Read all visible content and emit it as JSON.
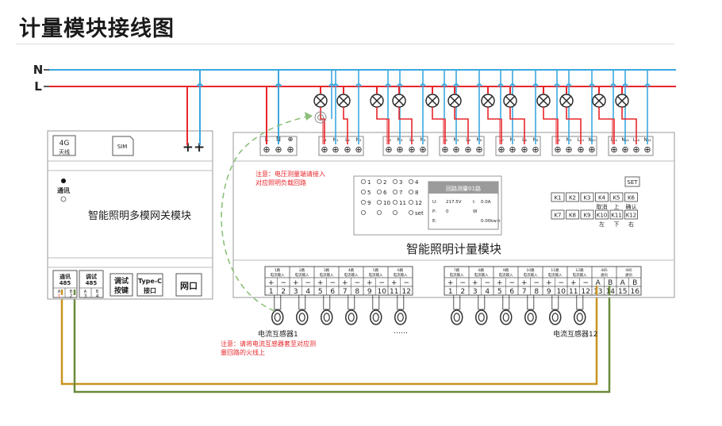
{
  "title": "计量模块接线图",
  "wires": {
    "n_label": "N",
    "l_label": "L",
    "n_color": "#3aa8e0",
    "l_color": "#e8262b"
  },
  "colors": {
    "orange_wire": "#c8941e",
    "green_wire": "#6a8a3c",
    "dashed_arrow": "#8cc07a",
    "note_red": "#e8262b"
  },
  "gateway": {
    "badge_4g_line1": "4G",
    "badge_4g_line2": "天线",
    "sim_label": "SIM",
    "plus_plus": "++",
    "comm_label": "通讯",
    "name": "智能照明多模网关模块",
    "ports": [
      {
        "title1": "通讯",
        "title2": "485",
        "pins": [
          [
            "A",
            "B"
          ],
          [
            "1",
            "2"
          ]
        ]
      },
      {
        "title1": "调试",
        "title2": "485",
        "pins": [
          [
            "A",
            "B"
          ],
          [
            "3",
            "4"
          ]
        ]
      }
    ],
    "debug_key": [
      "调试",
      "按键"
    ],
    "typec": [
      "Type-C",
      "接口"
    ],
    "net_port": "网口"
  },
  "meter": {
    "name": "智能照明计量模块",
    "top_terminals": [
      "L",
      "N",
      "⊕",
      "L₁",
      "N₁",
      "L₂",
      "N₂",
      "L₃",
      "N₃",
      "L₄",
      "N₄",
      "L₅",
      "N₅",
      "L₆",
      "N₆",
      "L₇",
      "N₇",
      "L₈",
      "N₈",
      "L₉",
      "N₉",
      "L₁₀",
      "N₁₀",
      "L₁₁",
      "N₁₁",
      "L₁₂",
      "N₁₂"
    ],
    "note_voltage": [
      "注意：电压测量端请接入",
      "对应照明负载回路"
    ],
    "indicators": [
      "1",
      "2",
      "3",
      "4",
      "5",
      "6",
      "7",
      "8",
      "9",
      "10",
      "11",
      "12",
      "",
      "",
      "",
      "set"
    ],
    "lcd_title": "回路测量01路",
    "lcd_rows": [
      {
        "k1": "U:",
        "v1": "217.5V",
        "k2": "I:",
        "v2": "0.0A"
      },
      {
        "k1": "P:",
        "v1": "0",
        "k2": "W",
        "v2": ""
      },
      {
        "k1": "E:",
        "v1": "",
        "k2": "",
        "v2": "0.00kw.h"
      }
    ],
    "set_label": "SET",
    "keys_row1": [
      "K1",
      "K2",
      "K3",
      "K4",
      "K5",
      "K6"
    ],
    "keys_row1_sub": [
      "",
      "",
      "",
      "取消",
      "上",
      "确认"
    ],
    "keys_row2": [
      "K7",
      "K8",
      "K9",
      "K10",
      "K11",
      "K12"
    ],
    "keys_row2_sub": [
      "",
      "",
      "",
      "左",
      "下",
      "右"
    ],
    "ct_groups_left": [
      "1路",
      "2路",
      "3路",
      "4路",
      "5路",
      "6路"
    ],
    "ct_groups_right": [
      "7路",
      "8路",
      "9路",
      "10路",
      "11路",
      "12路"
    ],
    "ct_sub": "电流输入",
    "comm_groups": [
      "485",
      "485"
    ],
    "comm_sub": "通讯",
    "signs": [
      "+",
      "−"
    ],
    "bottom_nums_left": [
      "1",
      "2",
      "3",
      "4",
      "5",
      "6",
      "7",
      "8",
      "9",
      "10",
      "11",
      "12"
    ],
    "bottom_nums_right": [
      "1",
      "2",
      "3",
      "4",
      "5",
      "6",
      "7",
      "8",
      "9",
      "10",
      "11",
      "12",
      "13",
      "14",
      "15",
      "16"
    ],
    "ab": [
      "A",
      "B",
      "A",
      "B"
    ]
  },
  "ct": {
    "label_first": "电流互感器1",
    "label_last": "电流互感器12",
    "dots": "……",
    "note": [
      "注意：请将电流互感器套至对应测",
      "量回路的火线上"
    ]
  }
}
